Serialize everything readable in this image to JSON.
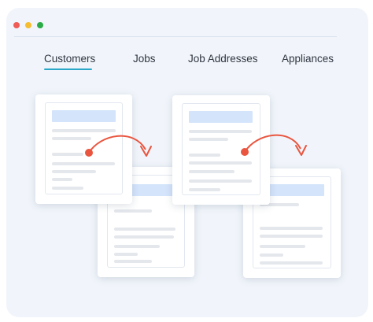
{
  "window": {
    "controls": [
      {
        "name": "close",
        "color": "#ef5b57"
      },
      {
        "name": "minimize",
        "color": "#f5bd2f"
      },
      {
        "name": "maximize",
        "color": "#2aab47"
      }
    ]
  },
  "tabs": [
    {
      "label": "Customers",
      "active": true
    },
    {
      "label": "Jobs",
      "active": false
    },
    {
      "label": "Job Addresses",
      "active": false
    },
    {
      "label": "Appliances",
      "active": false
    }
  ],
  "colors": {
    "accent": "#2aa7c7",
    "arrow": "#e9553f",
    "placeholder_bar": "#d4e4fb",
    "placeholder_line": "#e4e7ec"
  },
  "illustration": {
    "description_icons": [
      "document-card",
      "transfer-arrow-icon",
      "document-card",
      "transfer-arrow-icon"
    ]
  }
}
